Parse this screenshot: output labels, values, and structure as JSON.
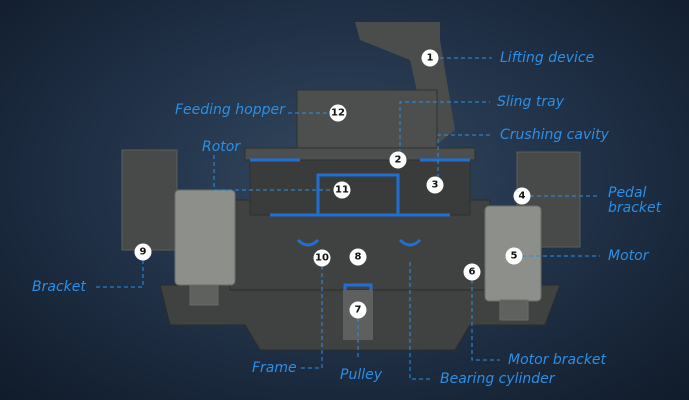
{
  "labels": {
    "lifting_device": "Lifting device",
    "sling_tray": "Sling tray",
    "crushing_cavity": "Crushing cavity",
    "pedal_bracket_1": "Pedal",
    "pedal_bracket_2": "bracket",
    "motor": "Motor",
    "motor_bracket": "Motor bracket",
    "bearing_cylinder": "Bearing cylinder",
    "pulley": "Pulley",
    "frame": "Frame",
    "bracket": "Bracket",
    "rotor": "Rotor",
    "feeding_hopper": "Feeding hopper"
  },
  "numbers": {
    "n1": "1",
    "n2": "2",
    "n3": "3",
    "n4": "4",
    "n5": "5",
    "n6": "6",
    "n7": "7",
    "n8": "8",
    "n9": "9",
    "n10": "10",
    "n11": "11",
    "n12": "12"
  },
  "colors": {
    "label": "#2b8fe6",
    "accent": "#1f6fd6",
    "body": "#4a4d4c"
  }
}
